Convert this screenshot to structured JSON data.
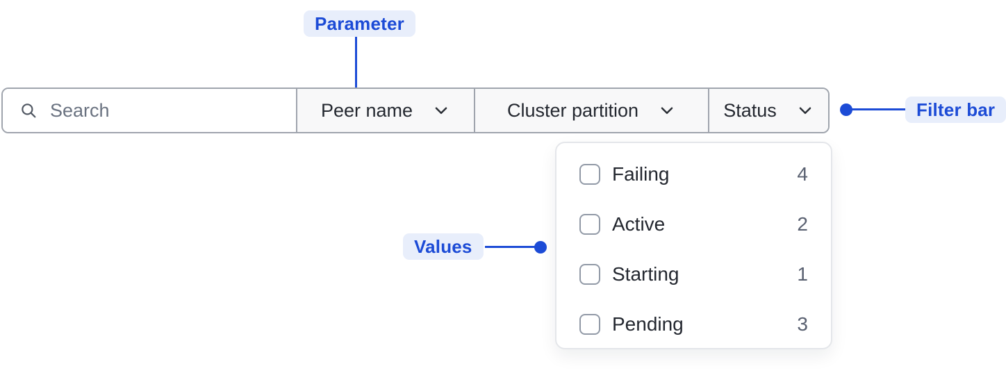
{
  "annotations": {
    "parameter": {
      "label": "Parameter"
    },
    "filter_bar": {
      "label": "Filter bar"
    },
    "values": {
      "label": "Values"
    }
  },
  "filter_bar": {
    "search": {
      "placeholder": "Search",
      "value": ""
    },
    "dropdowns": [
      {
        "label": "Peer name"
      },
      {
        "label": "Cluster partition"
      },
      {
        "label": "Status"
      }
    ]
  },
  "status_dropdown": {
    "options": [
      {
        "label": "Failing",
        "count": 4,
        "checked": false
      },
      {
        "label": "Active",
        "count": 2,
        "checked": false
      },
      {
        "label": "Starting",
        "count": 1,
        "checked": false
      },
      {
        "label": "Pending",
        "count": 3,
        "checked": false
      }
    ]
  },
  "colors": {
    "accent": "#1c4bd6",
    "accent-bg": "#e8eefb",
    "bar-border": "#9fa4ad",
    "section-bg": "#f8f8f9",
    "text-dark": "#23272f",
    "placeholder": "#6a7280",
    "icon-gray": "#4f5661",
    "panel-border": "#e4e6ea",
    "checkbox-border": "#9199a6",
    "count-color": "#596070"
  }
}
